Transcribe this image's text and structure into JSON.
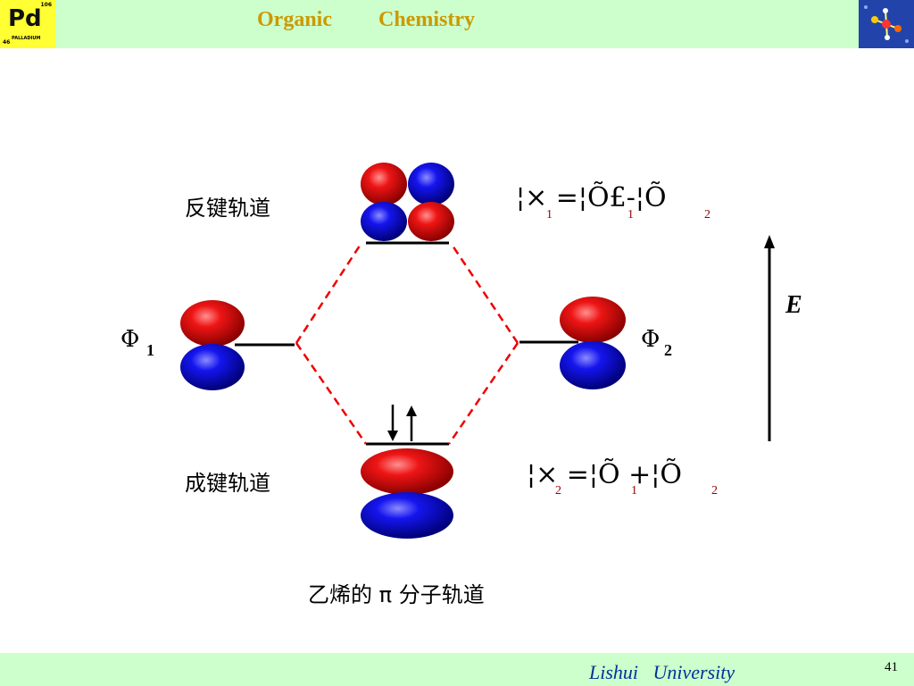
{
  "header": {
    "title_organic": "Organic",
    "title_chemistry": "Chemistry",
    "logo": {
      "symbol": "Pd",
      "atomic_mass": "106",
      "atomic_number": "46",
      "element_name": "PALLADIUM"
    },
    "colors": {
      "bar": "#ccffcc",
      "title": "#cc9900",
      "logo_bg": "#ffff33"
    }
  },
  "diagram": {
    "antibonding_label": "反键轨道",
    "bonding_label": "成键轨道",
    "phi1_symbol": "Φ",
    "phi1_sub": "1",
    "phi2_symbol": "Φ",
    "phi2_sub": "2",
    "energy_label": "E",
    "caption": "乙烯的 π 分子轨道",
    "eq_antibonding": {
      "text": "¦× =¦Õ£-¦Õ",
      "subs": [
        "1",
        "1",
        "2"
      ]
    },
    "eq_bonding": {
      "text": "¦× =¦Õ +¦Õ",
      "subs": [
        "2",
        "1",
        "2"
      ]
    },
    "colors": {
      "lobe_red": "#e01010",
      "lobe_blue": "#1010d0",
      "dash": "#ee0000"
    },
    "icons": [
      "spin-up-arrow-icon",
      "spin-down-arrow-icon",
      "energy-arrow-icon"
    ]
  },
  "footer": {
    "university": "Lishui   University",
    "page_number": "41"
  }
}
